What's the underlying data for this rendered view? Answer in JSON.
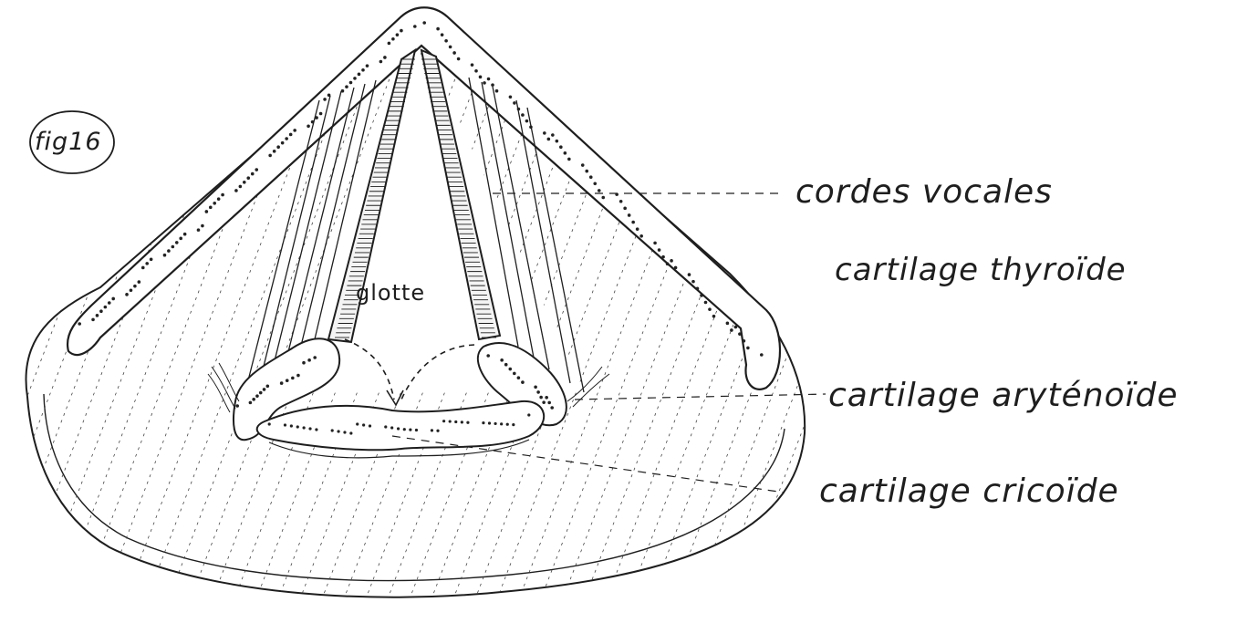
{
  "figure": {
    "number_label": "fig16"
  },
  "labels": {
    "cordes_vocales": "cordes vocales",
    "cartilage_thyroide": "cartilage thyroïde",
    "cartilage_arytenoide": "cartilage aryténoïde",
    "cartilage_cricoide": "cartilage cricoïde",
    "glotte": "glotte"
  },
  "colors": {
    "ink": "#1e1e1e",
    "paper": "#ffffff"
  }
}
